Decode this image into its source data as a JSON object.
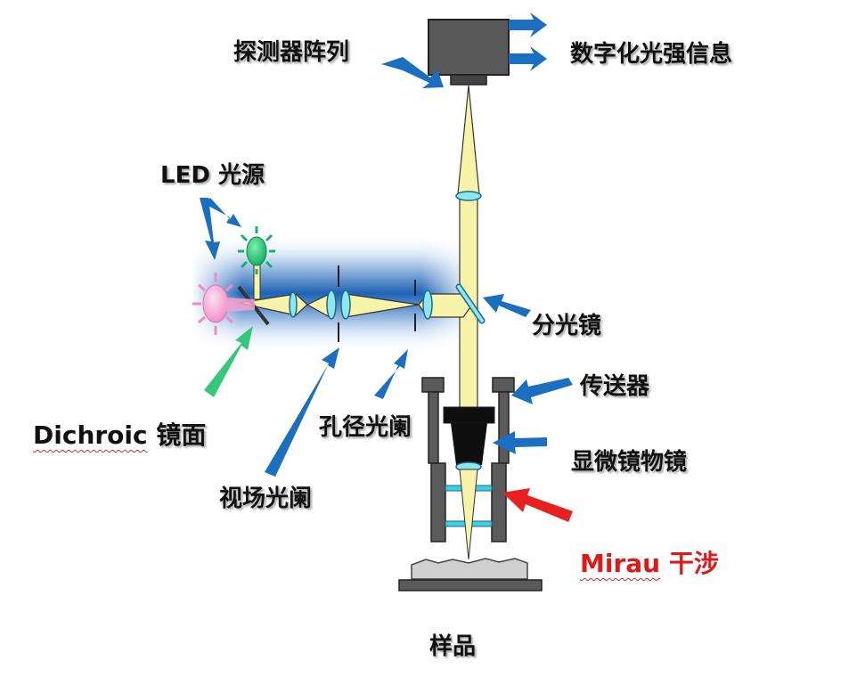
{
  "labels": {
    "detector_array": "探测器阵列",
    "digital_intensity": "数字化光强信息",
    "led_source": "LED  光源",
    "beam_splitter": "分光镜",
    "transmitter": "传送器",
    "objective": "显微镜物镜",
    "aperture_stop": "孔径光阑",
    "field_stop": "视场光阑",
    "dichroic_word": "Dichroic",
    "dichroic_mirror": "镜面",
    "mirau_word": "Mirau",
    "mirau_interference": "干涉",
    "sample": "样品"
  },
  "colors": {
    "arrow_blue": "#1a6fc0",
    "arrow_green": "#35c77a",
    "arrow_red": "#e82020",
    "beam": "#f7f3a8",
    "lens": "#8ee6ee",
    "glow": "#1f63b5",
    "mirau_text": "#e01818"
  }
}
